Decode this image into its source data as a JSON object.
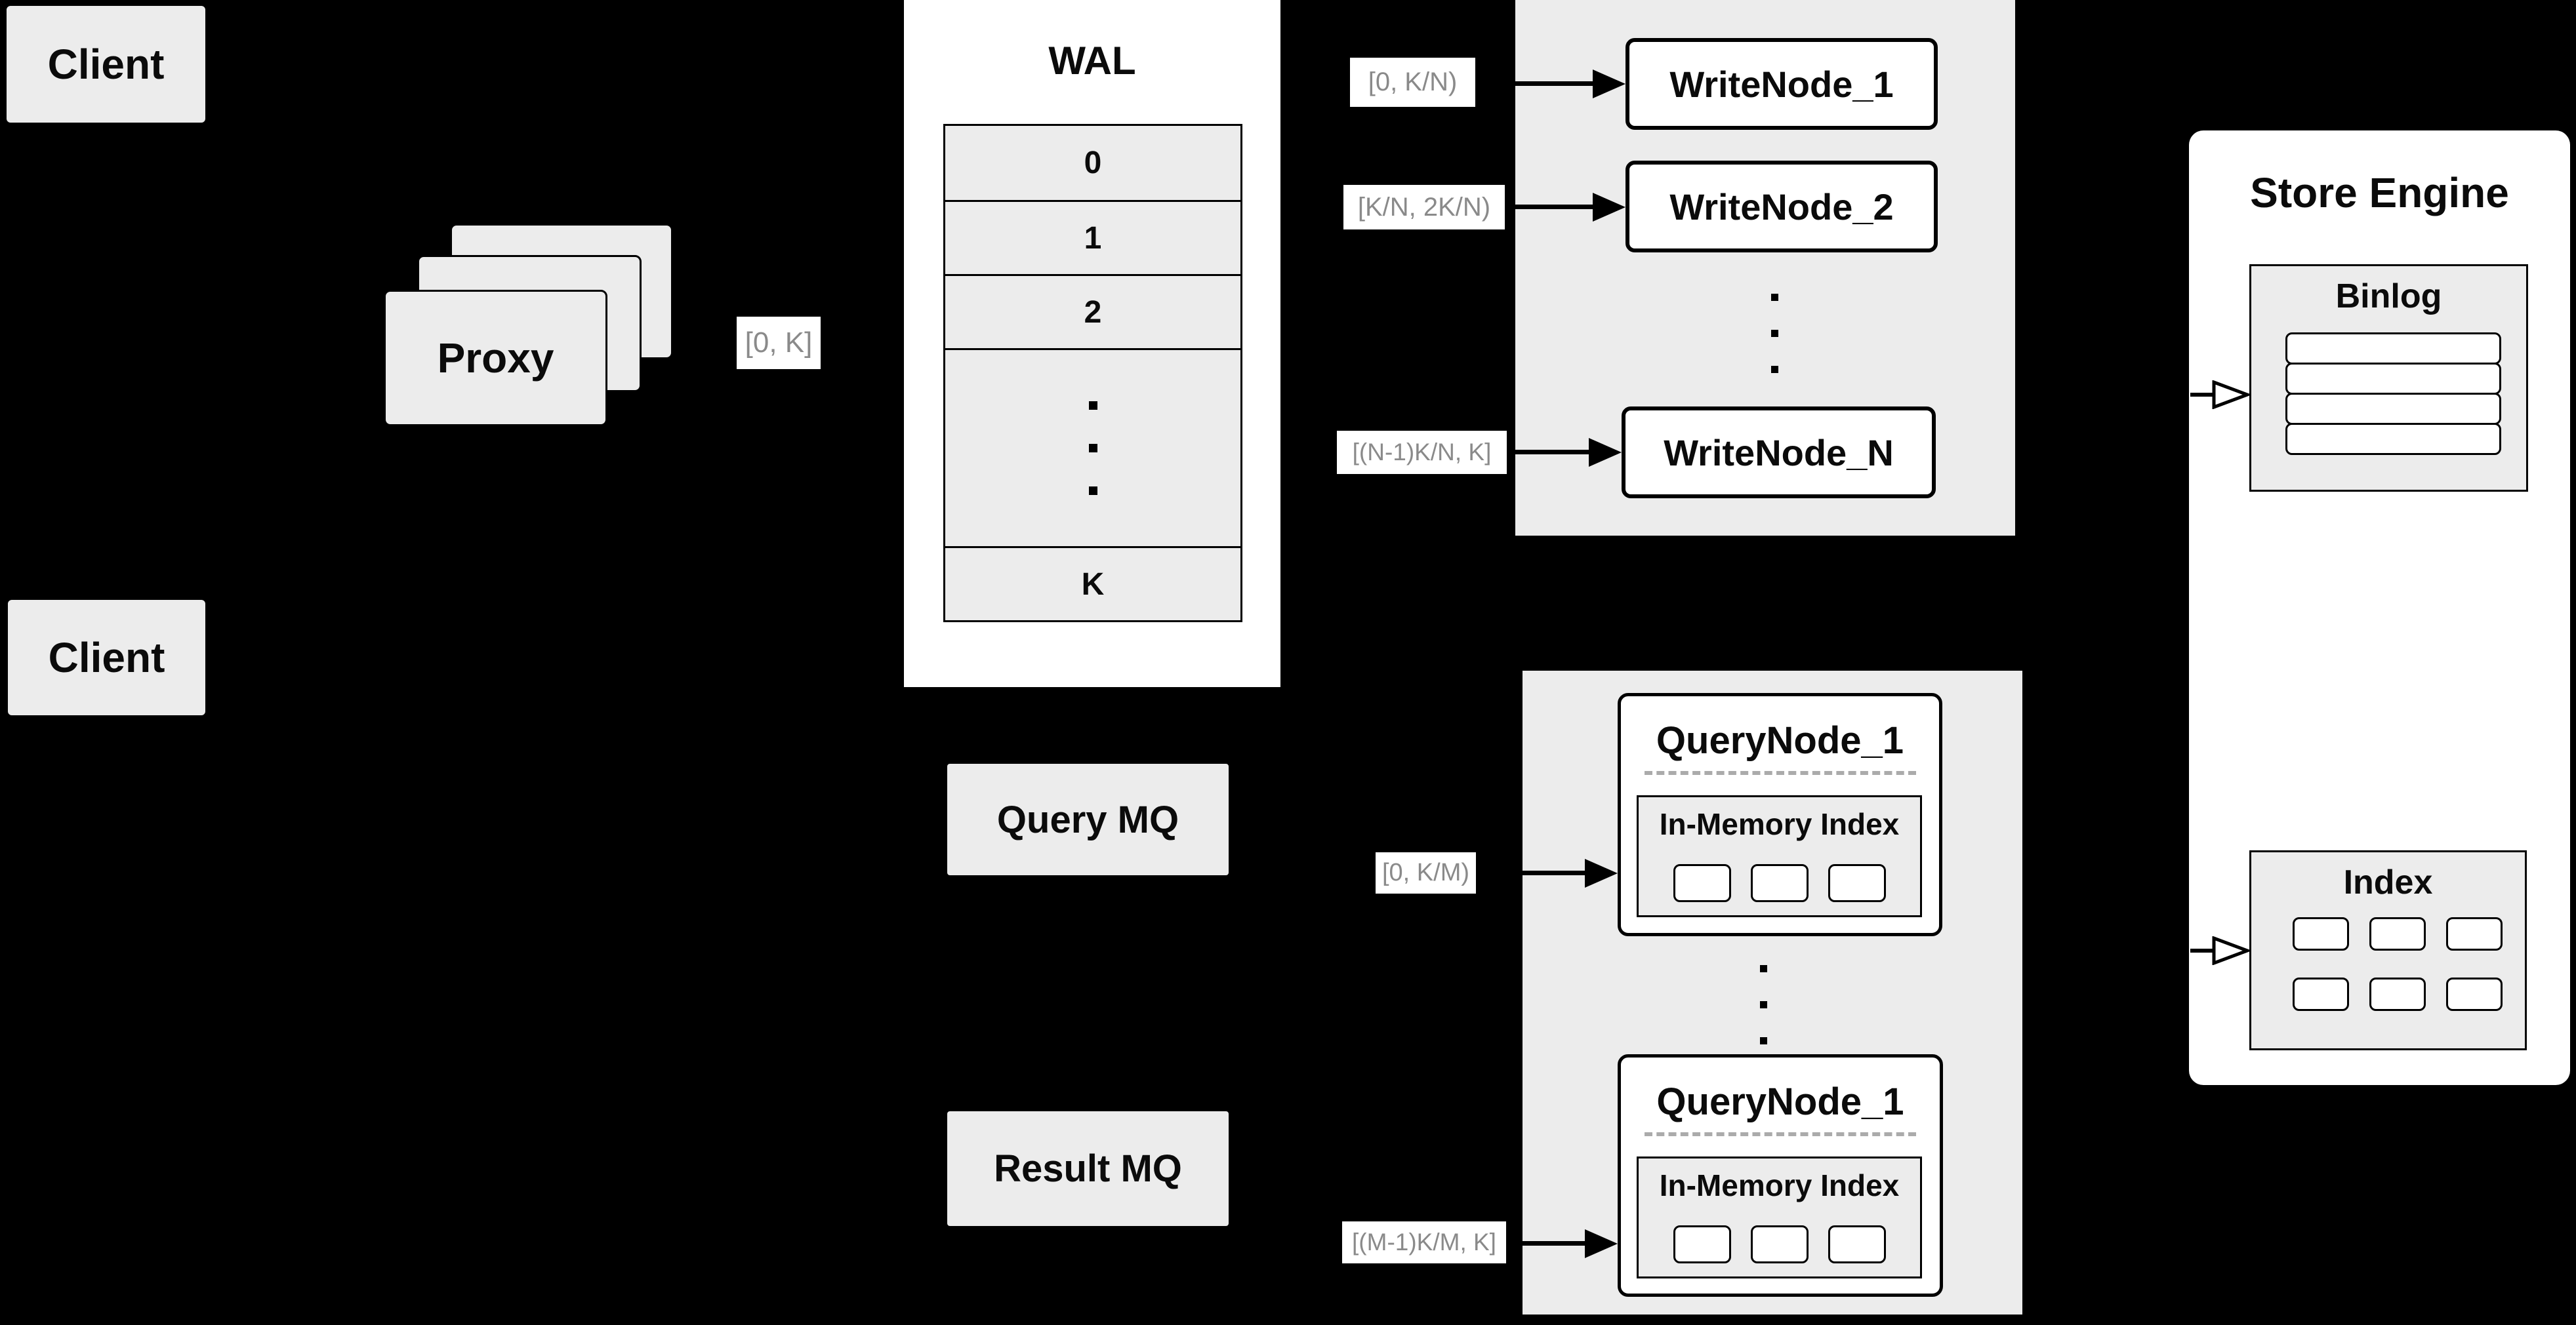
{
  "clients": {
    "top": "Client",
    "bottom": "Client"
  },
  "proxy": {
    "label": "Proxy"
  },
  "wal": {
    "title": "WAL",
    "rows": [
      "0",
      "1",
      "2",
      "K"
    ]
  },
  "range_labels": {
    "proxy_out": "[0, K]",
    "write_node_1": "[0, K/N)",
    "write_node_2": "[K/N, 2K/N)",
    "write_node_n": "[(N-1)K/N, K]",
    "query_node_1": "[0, K/M)",
    "query_node_m": "[(M-1)K/M, K]"
  },
  "write_nodes": {
    "node1": "WriteNode_1",
    "node2": "WriteNode_2",
    "nodeN": "WriteNode_N"
  },
  "mq": {
    "query": "Query MQ",
    "result": "Result MQ"
  },
  "query_nodes": {
    "top": {
      "title": "QueryNode_1",
      "memory_index": "In-Memory Index"
    },
    "bottom": {
      "title": "QueryNode_1",
      "memory_index": "In-Memory Index"
    }
  },
  "store_engine": {
    "title": "Store Engine",
    "binlog": {
      "title": "Binlog"
    },
    "index": {
      "title": "Index"
    }
  },
  "colors": {
    "background": "#000000",
    "panel_gray": "#ececec",
    "box_white": "#ffffff",
    "line_black": "#000000",
    "label_text_gray": "#8a8a8a"
  }
}
